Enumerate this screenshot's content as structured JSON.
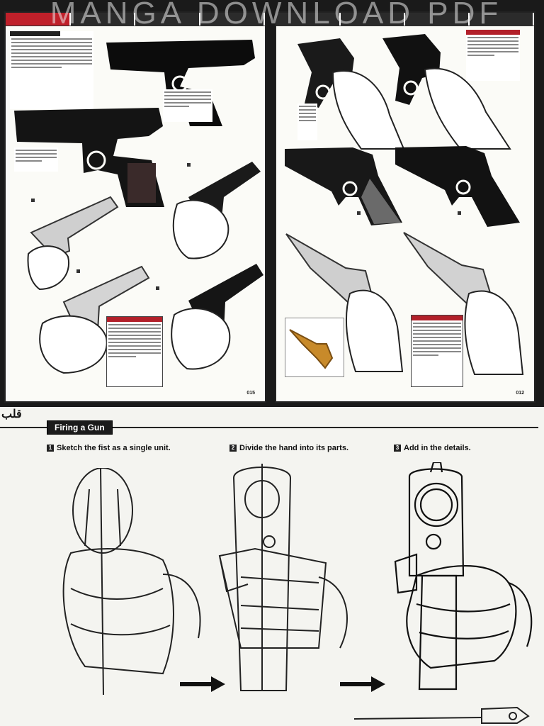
{
  "watermark": "MANGA DOWNLOAD PDF",
  "left_page": {
    "tabs": [
      "",
      "",
      "",
      ""
    ],
    "page_number": "015"
  },
  "right_page": {
    "tabs": [
      "",
      "",
      "",
      ""
    ],
    "page_number": "012"
  },
  "tutorial": {
    "chapter_mark": "قلب",
    "section_title": "Firing a Gun",
    "steps": [
      {
        "num": "1",
        "text": "Sketch the fist as a single unit."
      },
      {
        "num": "2",
        "text": "Divide the hand into its parts."
      },
      {
        "num": "3",
        "text": "Add in the details."
      }
    ]
  },
  "colors": {
    "accent": "#c0202a",
    "ink": "#111111",
    "paper": "#fbfbf7"
  }
}
